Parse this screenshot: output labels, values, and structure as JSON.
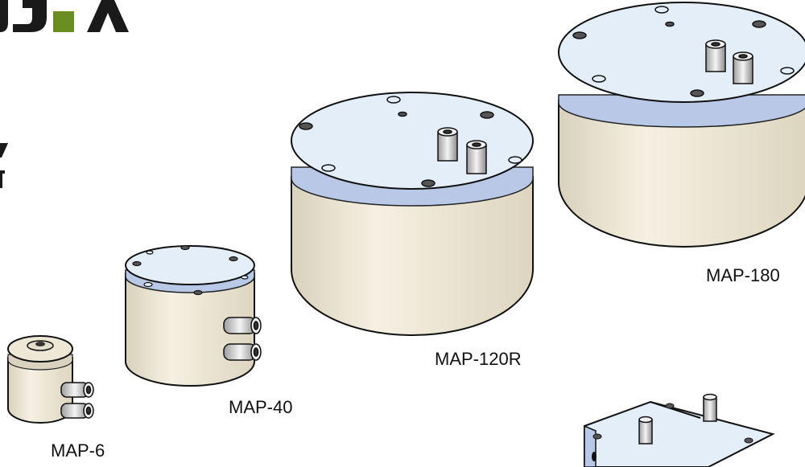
{
  "products": [
    {
      "id": "map6",
      "label": "MAP-6"
    },
    {
      "id": "map40",
      "label": "MAP-40"
    },
    {
      "id": "map120",
      "label": "MAP-120R"
    },
    {
      "id": "map180",
      "label": "MAP-180"
    }
  ],
  "colors": {
    "logo_dark": "#1a1a1a",
    "logo_accent": "#6b8e23",
    "cap": "#e4eef8",
    "band": "#b8c8e6",
    "body": "#efe9d8",
    "outline": "#111111"
  }
}
